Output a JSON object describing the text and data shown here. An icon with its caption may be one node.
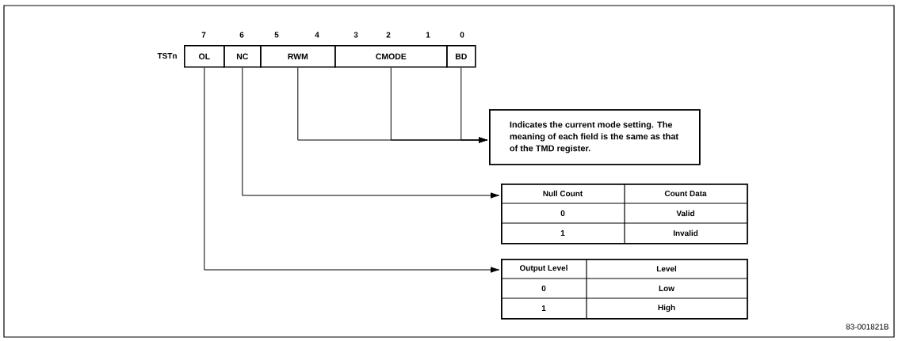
{
  "diagram": {
    "nodes": [
      {
        "text": [
          "OL"
        ]
      },
      {
        "text": [
          "NC"
        ]
      },
      {
        "text": [
          "RWM"
        ]
      },
      {
        "text": [
          "CMODE"
        ]
      },
      {
        "text": [
          "BD"
        ]
      },
      {
        "text": [
          "Indicates the current mode setting. The meaning of each field is the same as that of the TMD register."
        ]
      },
      {
        "text": [
          "Null Count",
          "Count Data",
          "0",
          "Valid",
          "1",
          "Invalid"
        ]
      },
      {
        "text": [
          "Output Level",
          "Level",
          "0",
          "Low",
          "1",
          "High"
        ]
      }
    ],
    "edges": [
      {
        "from": 2,
        "to": 5,
        "arrow": "to"
      },
      {
        "from": 3,
        "to": 5,
        "arrow": "to"
      },
      {
        "from": 4,
        "to": 5,
        "arrow": "to"
      },
      {
        "from": 1,
        "to": 6,
        "arrow": "to"
      },
      {
        "from": 0,
        "to": 7,
        "arrow": "to"
      }
    ],
    "labels": [
      "7",
      "6",
      "5",
      "4",
      "3",
      "2",
      "1",
      "0",
      "TSTn",
      "83-001821B"
    ]
  }
}
